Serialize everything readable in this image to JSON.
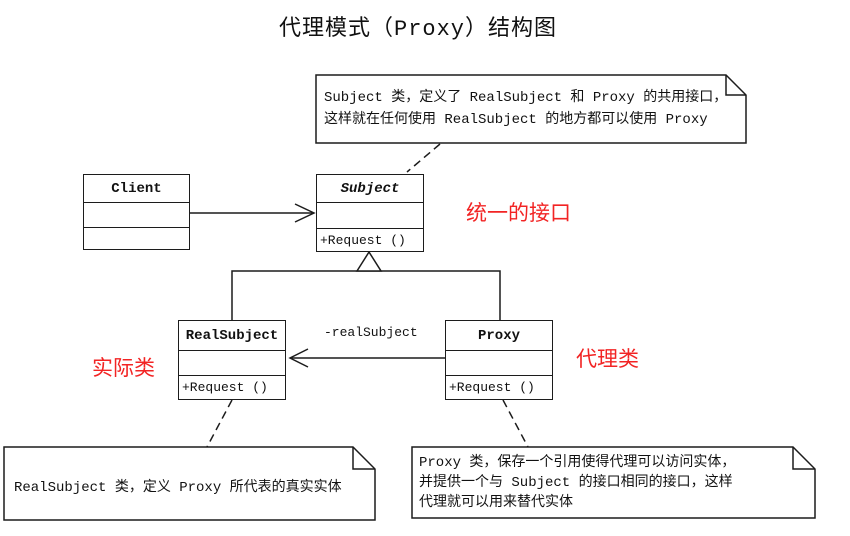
{
  "title": "代理模式（Proxy）结构图",
  "colors": {
    "accent_red": "#f22424",
    "line": "#1c1c1c"
  },
  "classes": {
    "client": {
      "name": "Client"
    },
    "subject": {
      "name": "Subject",
      "method": "+Request ()"
    },
    "real_subject": {
      "name": "RealSubject",
      "method": "+Request ()"
    },
    "proxy": {
      "name": "Proxy",
      "method": "+Request ()"
    }
  },
  "relations": {
    "proxy_to_real_label": "-realSubject"
  },
  "annotations": {
    "unified_interface": "统一的接口",
    "real_class": "实际类",
    "proxy_class": "代理类"
  },
  "notes": {
    "subject": {
      "lines": [
        "Subject 类，定义了 RealSubject 和 Proxy 的共用接口，",
        "这样就在任何使用 RealSubject 的地方都可以使用 Proxy"
      ]
    },
    "real_subject": {
      "lines": [
        "RealSubject 类，定义 Proxy 所代表的真实实体"
      ]
    },
    "proxy": {
      "lines": [
        "Proxy 类，保存一个引用使得代理可以访问实体，",
        "并提供一个与 Subject 的接口相同的接口，这样",
        "代理就可以用来替代实体"
      ]
    }
  }
}
